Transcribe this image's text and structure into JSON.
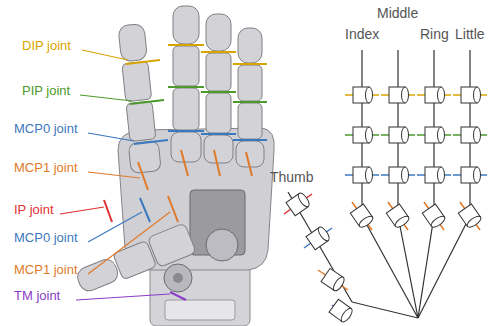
{
  "diagram": {
    "labels": [
      "DIP joint",
      "PIP joint",
      "MCP0 joint",
      "MCP1 joint",
      "IP joint",
      "MCP0 joint",
      "MCP1 joint",
      "TM joint",
      "Index",
      "Middle",
      "Ring",
      "Little",
      "Thumb"
    ]
  }
}
